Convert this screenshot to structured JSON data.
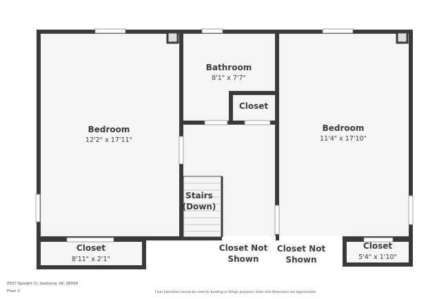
{
  "rooms": {
    "bedroom_left": {
      "name": "Bedroom",
      "size": "12'2\" x 17'11\""
    },
    "bathroom": {
      "name": "Bathroom",
      "size": "8'1\" x 7'7\""
    },
    "bath_closet": {
      "name": "Closet"
    },
    "bedroom_right": {
      "name": "Bedroom",
      "size": "11'4\" x 17'10\""
    },
    "stairs": {
      "line1": "Stairs",
      "line2": "(Down)"
    },
    "closet_left": {
      "name": "Closet",
      "size": "8'11\" x 2'1\""
    },
    "closet_not_shown_1": {
      "line1": "Closet Not",
      "line2": "Shown"
    },
    "closet_not_shown_2": {
      "line1": "Closet Not",
      "line2": "Shown"
    },
    "closet_right": {
      "name": "Closet",
      "size": "5'4\" x 1'10\""
    }
  },
  "footer": {
    "address": "2507 Spaight Ct, Gastonia, NC 28054",
    "floor": "Floor 2",
    "disclaimer": "Floor plans/tour cannot be used for building or design purposes. Sizes and dimensions are approximate."
  },
  "colors": {
    "wall": "#3a3a3a",
    "floor": "#f5f5f5"
  }
}
